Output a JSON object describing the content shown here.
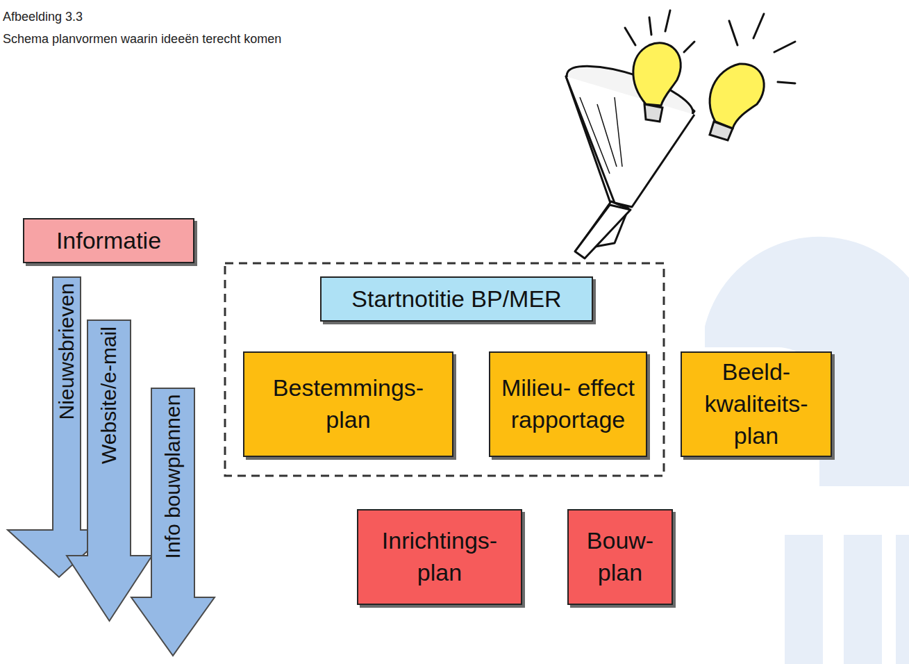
{
  "diagram": {
    "title": "Afbeelding 3.3",
    "caption": "Schema planvormen waarin ideeën terecht komen",
    "nodes": [
      {
        "text": [
          "Informatie"
        ]
      },
      {
        "text": [
          "Nieuwsbrieven"
        ]
      },
      {
        "text": [
          "Website/e-mail"
        ]
      },
      {
        "text": [
          "Info bouwplannen"
        ]
      },
      {
        "text": [
          "Startnotitie BP/MER"
        ]
      },
      {
        "text": [
          "Bestemmings- plan"
        ]
      },
      {
        "text": [
          "Milieu- effect rapportage"
        ]
      },
      {
        "text": [
          "Beeld- kwaliteits- plan"
        ]
      },
      {
        "text": [
          "Inrichtings- plan"
        ]
      },
      {
        "text": [
          "Bouw- plan"
        ]
      }
    ]
  }
}
